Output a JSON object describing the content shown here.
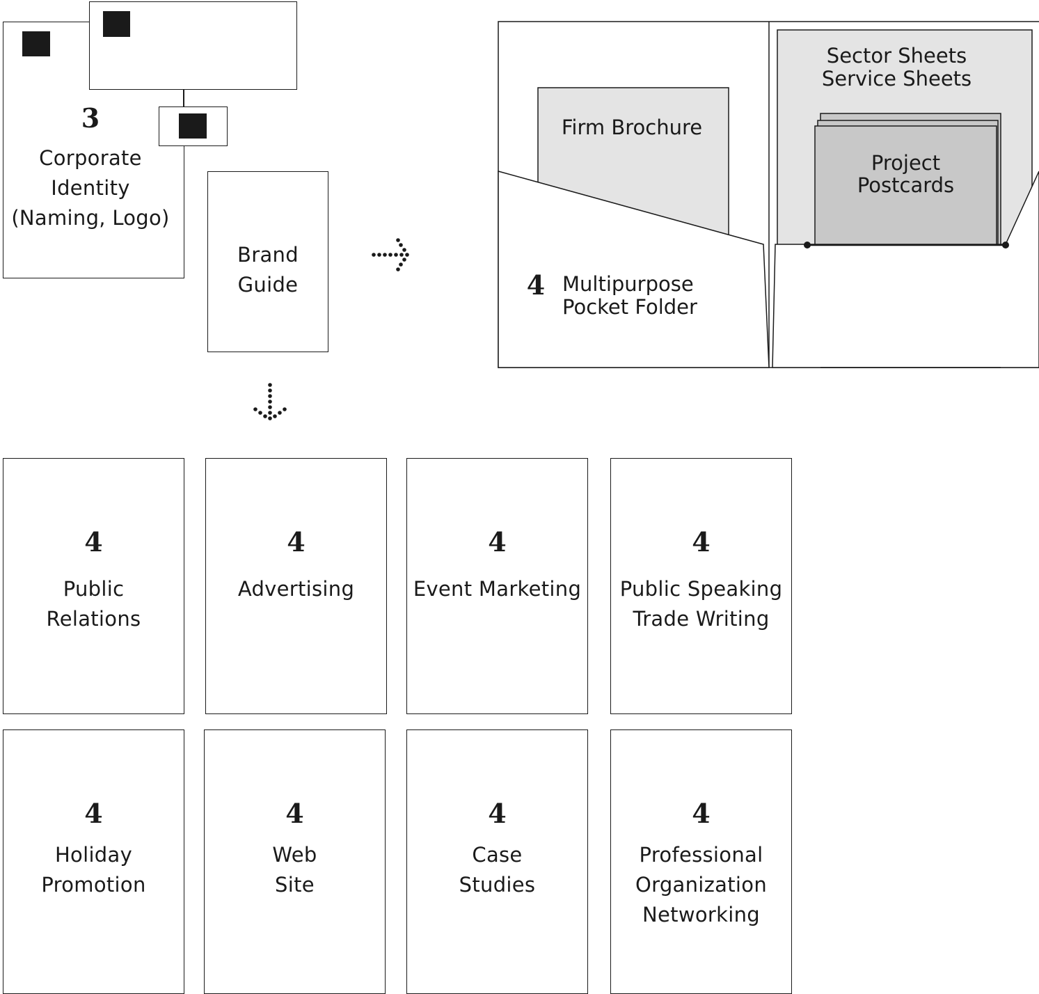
{
  "identity": {
    "number": "3",
    "label_lines": [
      "Corporate",
      "Identity",
      "(Naming, Logo)"
    ]
  },
  "brand_guide": {
    "label_lines": [
      "Brand",
      "Guide"
    ]
  },
  "folder": {
    "number": "4",
    "label_lines": [
      "Multipurpose",
      "Pocket Folder"
    ],
    "firm_brochure": "Firm Brochure",
    "sheets_lines": [
      "Sector Sheets",
      "Service Sheets"
    ],
    "postcards_lines": [
      "Project",
      "Postcards"
    ]
  },
  "cards": [
    {
      "number": "4",
      "lines": [
        "Public",
        "Relations"
      ]
    },
    {
      "number": "4",
      "lines": [
        "Advertising"
      ]
    },
    {
      "number": "4",
      "lines": [
        "Event Marketing"
      ]
    },
    {
      "number": "4",
      "lines": [
        "Public Speaking",
        "Trade Writing"
      ]
    },
    {
      "number": "4",
      "lines": [
        "Holiday",
        "Promotion"
      ]
    },
    {
      "number": "4",
      "lines": [
        "Web",
        "Site"
      ]
    },
    {
      "number": "4",
      "lines": [
        "Case",
        "Studies"
      ]
    },
    {
      "number": "4",
      "lines": [
        "Professional",
        "Organization",
        "Networking"
      ]
    }
  ],
  "colors": {
    "stroke": "#1a1a1a",
    "light_fill": "#e4e4e4",
    "mid_fill": "#c8c8c8"
  },
  "icons": [
    "dotted-arrow-right-icon",
    "dotted-arrow-down-icon"
  ]
}
